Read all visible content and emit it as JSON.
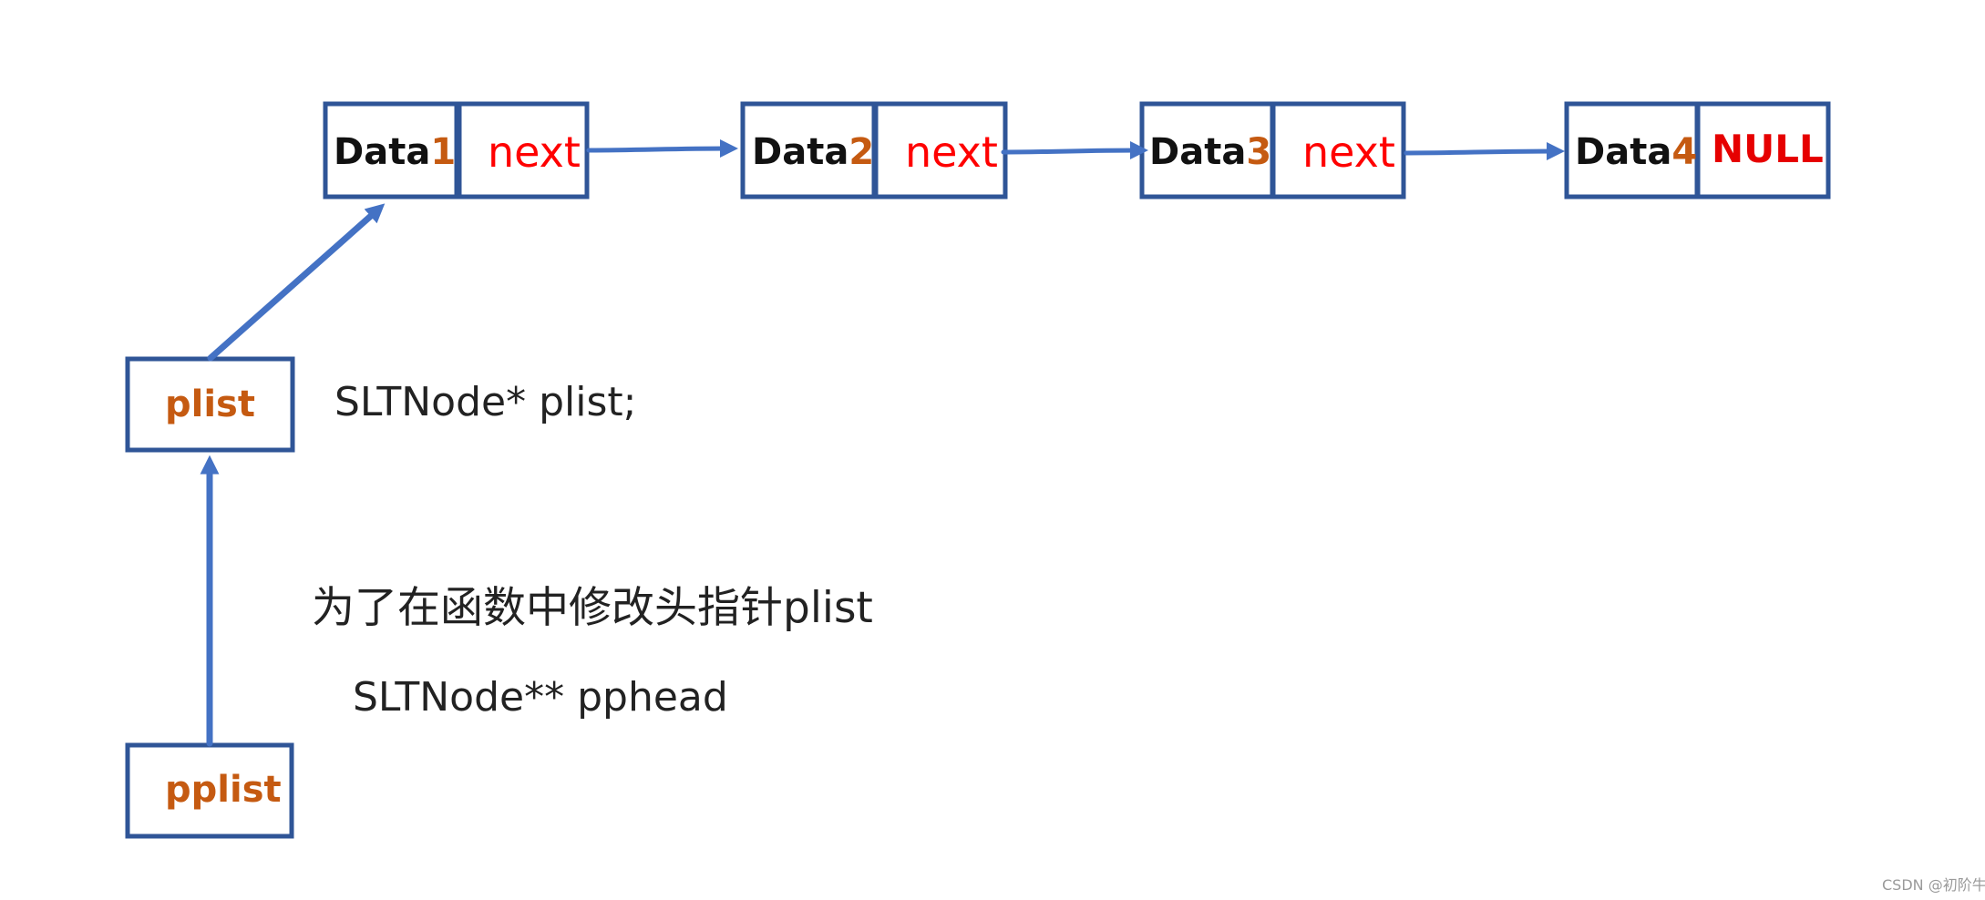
{
  "nodes": [
    {
      "data_word": "Data",
      "data_num": "1",
      "pointer_label": "next"
    },
    {
      "data_word": "Data",
      "data_num": "2",
      "pointer_label": "next"
    },
    {
      "data_word": "Data",
      "data_num": "3",
      "pointer_label": "next"
    },
    {
      "data_word": "Data",
      "data_num": "4",
      "pointer_label": "NULL"
    }
  ],
  "pointers": {
    "plist": "plist",
    "pplist": "pplist"
  },
  "annotations": {
    "plist_decl": "SLTNode* plist;",
    "explanation": "为了在函数中修改头指针plist",
    "pphead_decl": "SLTNode** pphead"
  },
  "watermark": "CSDN @初阶牛",
  "colors": {
    "box_border": "#2f5597",
    "arrow": "#4472c4",
    "data_number": "#c55a11",
    "next_label": "#ff0000",
    "null_label": "#e60000",
    "pointer_label": "#c55a11"
  }
}
